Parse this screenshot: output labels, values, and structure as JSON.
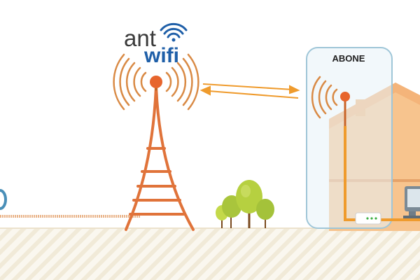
{
  "logo": {
    "line1": "ant",
    "line2": "wifi"
  },
  "subscriber": {
    "label": "ABONE"
  },
  "colors": {
    "tower": "#e0733a",
    "signal": "#d98a45",
    "house": "#f7c48e",
    "cable": "#ef9b2d",
    "tree": "#a6c83a",
    "ground_stripe": "#f1ead8",
    "panel_border": "#9fc6d8"
  }
}
